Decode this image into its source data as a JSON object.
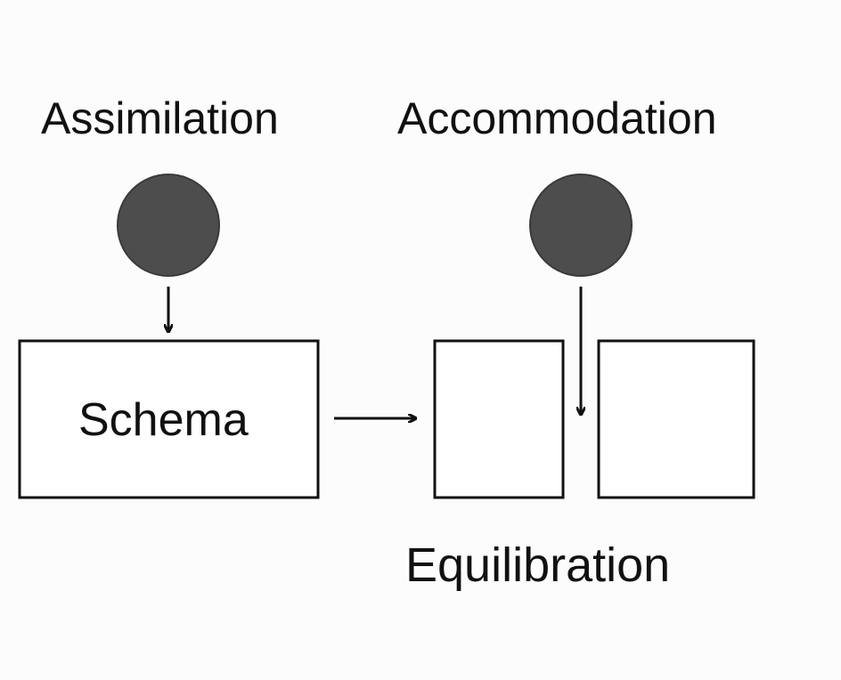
{
  "diagram": {
    "labels": {
      "assimilation": "Assimilation",
      "accommodation": "Accommodation",
      "schema": "Schema",
      "equilibration": "Equilibration"
    },
    "nodes": [
      {
        "id": "assimilation-circle",
        "shape": "circle"
      },
      {
        "id": "accommodation-circle",
        "shape": "circle"
      },
      {
        "id": "schema-box",
        "shape": "rect"
      },
      {
        "id": "equilibration-box-left",
        "shape": "rect"
      },
      {
        "id": "equilibration-box-right",
        "shape": "rect"
      }
    ],
    "edges": [
      {
        "from": "assimilation-circle",
        "to": "schema-box"
      },
      {
        "from": "schema-box",
        "to": "equilibration-box-left"
      },
      {
        "from": "accommodation-circle",
        "to": "equilibration"
      }
    ],
    "colors": {
      "circle_fill": "#4d4d4d",
      "stroke": "#111111",
      "background": "#fcfcfc"
    }
  }
}
